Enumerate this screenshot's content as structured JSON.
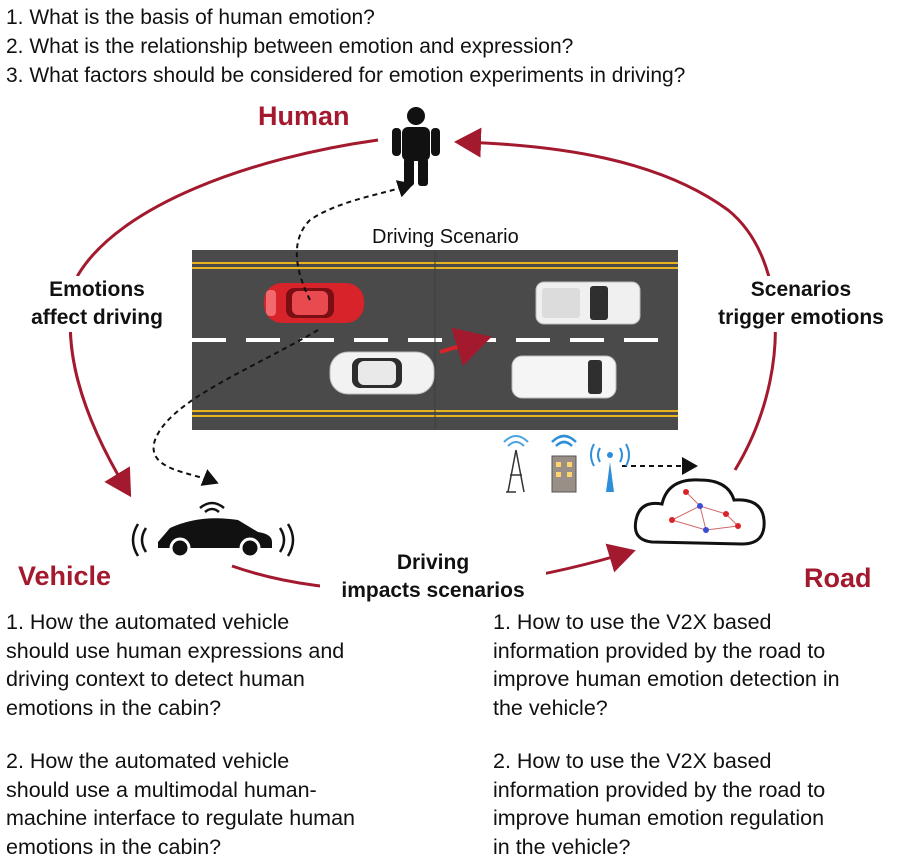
{
  "top_questions": [
    "1. What is the basis of human emotion?",
    "2. What is the relationship between emotion and expression?",
    "3. What factors should be considered for emotion experiments in driving?"
  ],
  "nodes": {
    "human": "Human",
    "vehicle": "Vehicle",
    "road": "Road"
  },
  "scenario_label": "Driving Scenario",
  "edges": {
    "left_line1": "Emotions",
    "left_line2": "affect driving",
    "right_line1": "Scenarios",
    "right_line2": "trigger emotions",
    "bottom_line1": "Driving",
    "bottom_line2": "impacts scenarios"
  },
  "vehicle_questions": {
    "q1": [
      "1. How the automated vehicle",
      "should use human expressions and",
      "driving context to detect human",
      "emotions in the cabin?"
    ],
    "q2": [
      "2. How the automated vehicle",
      "should use a multimodal human-",
      "machine interface to regulate human",
      "emotions in the cabin?"
    ]
  },
  "road_questions": {
    "q1": [
      "1. How to use the V2X based",
      "information provided by the road to",
      "improve human emotion detection in",
      "the vehicle?"
    ],
    "q2": [
      "2. How to use the V2X based",
      "information provided by the road to",
      "improve human emotion regulation",
      "in the vehicle?"
    ]
  },
  "colors": {
    "accent": "#a3192e",
    "road": "#4a4a4a",
    "lane_yellow": "#e8b31e",
    "car_red": "#d8232a"
  },
  "icons": [
    "person-icon",
    "car-icon",
    "cloud-network-icon",
    "radio-tower-icon",
    "building-wifi-icon",
    "antenna-icon"
  ]
}
